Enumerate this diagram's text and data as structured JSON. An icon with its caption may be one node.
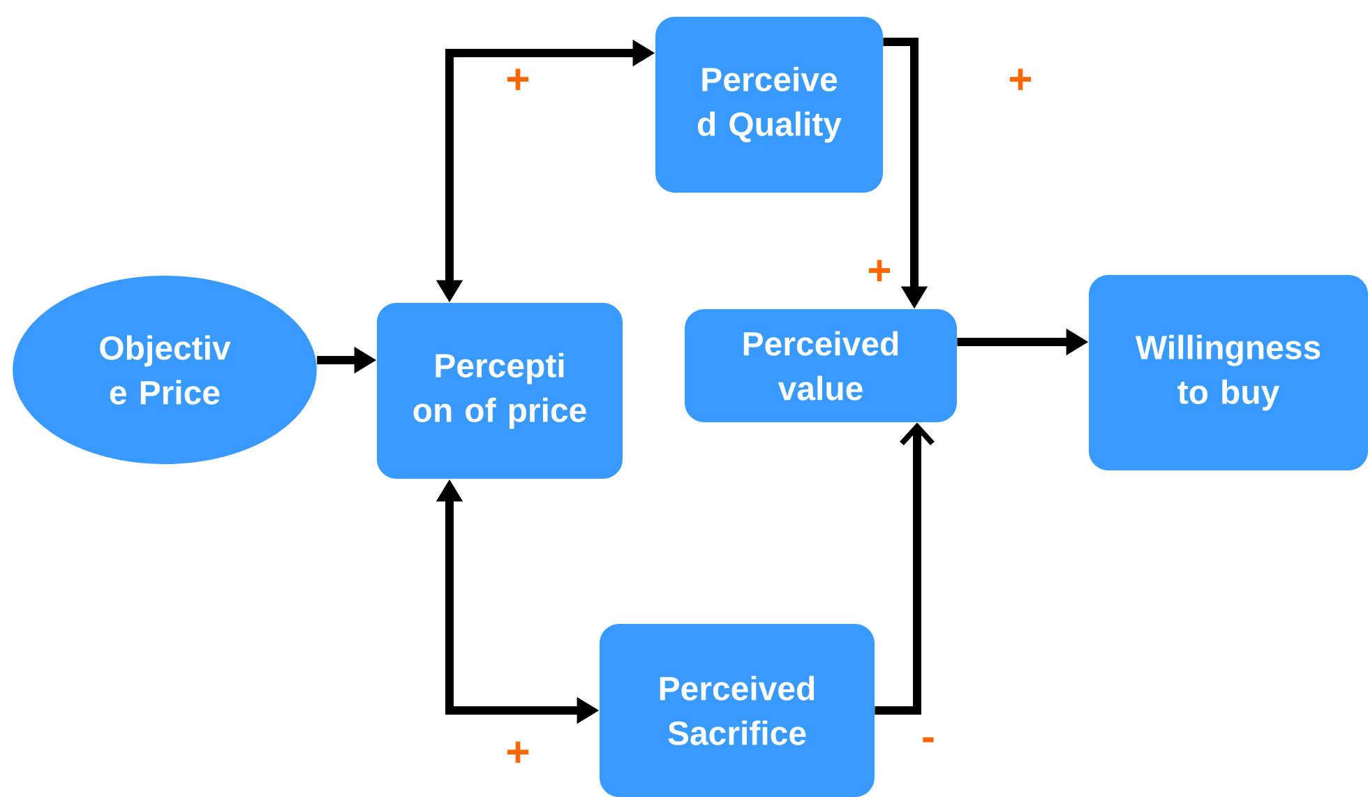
{
  "diagram": {
    "nodes": [
      {
        "text": [
          "Objectiv e Price"
        ]
      },
      {
        "text": [
          "Percepti on of price"
        ]
      },
      {
        "text": [
          "Perceive d Quality"
        ]
      },
      {
        "text": [
          "Perceived value"
        ]
      },
      {
        "text": [
          "Willingness to buy"
        ]
      },
      {
        "text": [
          "Perceived Sacrifice"
        ]
      }
    ],
    "edges": [
      {
        "from": 0,
        "to": 1,
        "arrow": "to"
      },
      {
        "from": 1,
        "to": 2,
        "arrow": "both",
        "label": "+"
      },
      {
        "from": 2,
        "to": 3,
        "arrow": "to",
        "label": "+"
      },
      {
        "from": 3,
        "to": 4,
        "arrow": "to"
      },
      {
        "from": 1,
        "to": 5,
        "arrow": "both",
        "label": "+"
      },
      {
        "from": 5,
        "to": 3,
        "arrow": "to",
        "label": "-"
      }
    ],
    "labels": [
      "+"
    ]
  }
}
